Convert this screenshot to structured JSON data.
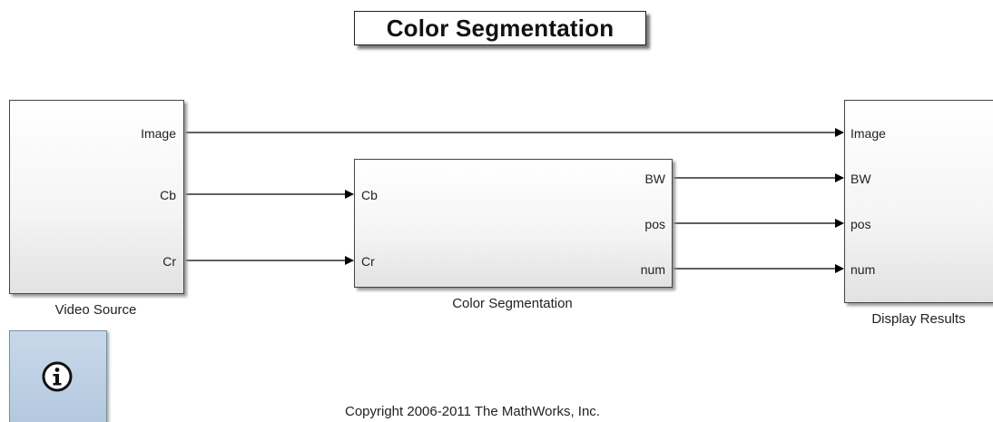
{
  "title": "Color Segmentation",
  "blocks": {
    "video_source": {
      "label": "Video Source",
      "outputs": [
        "Image",
        "Cb",
        "Cr"
      ]
    },
    "color_segmentation": {
      "label": "Color Segmentation",
      "inputs": [
        "Cb",
        "Cr"
      ],
      "outputs": [
        "BW",
        "pos",
        "num"
      ]
    },
    "display_results": {
      "label": "Display Results",
      "inputs": [
        "Image",
        "BW",
        "pos",
        "num"
      ]
    }
  },
  "info_block": {
    "icon": "info-icon",
    "color": "#b9cce2"
  },
  "copyright": "Copyright 2006-2011 The MathWorks, Inc.",
  "connections": [
    {
      "from": "Video Source.Image",
      "to": "Display Results.Image"
    },
    {
      "from": "Video Source.Cb",
      "to": "Color Segmentation.Cb"
    },
    {
      "from": "Video Source.Cr",
      "to": "Color Segmentation.Cr"
    },
    {
      "from": "Color Segmentation.BW",
      "to": "Display Results.BW"
    },
    {
      "from": "Color Segmentation.pos",
      "to": "Display Results.pos"
    },
    {
      "from": "Color Segmentation.num",
      "to": "Display Results.num"
    }
  ]
}
